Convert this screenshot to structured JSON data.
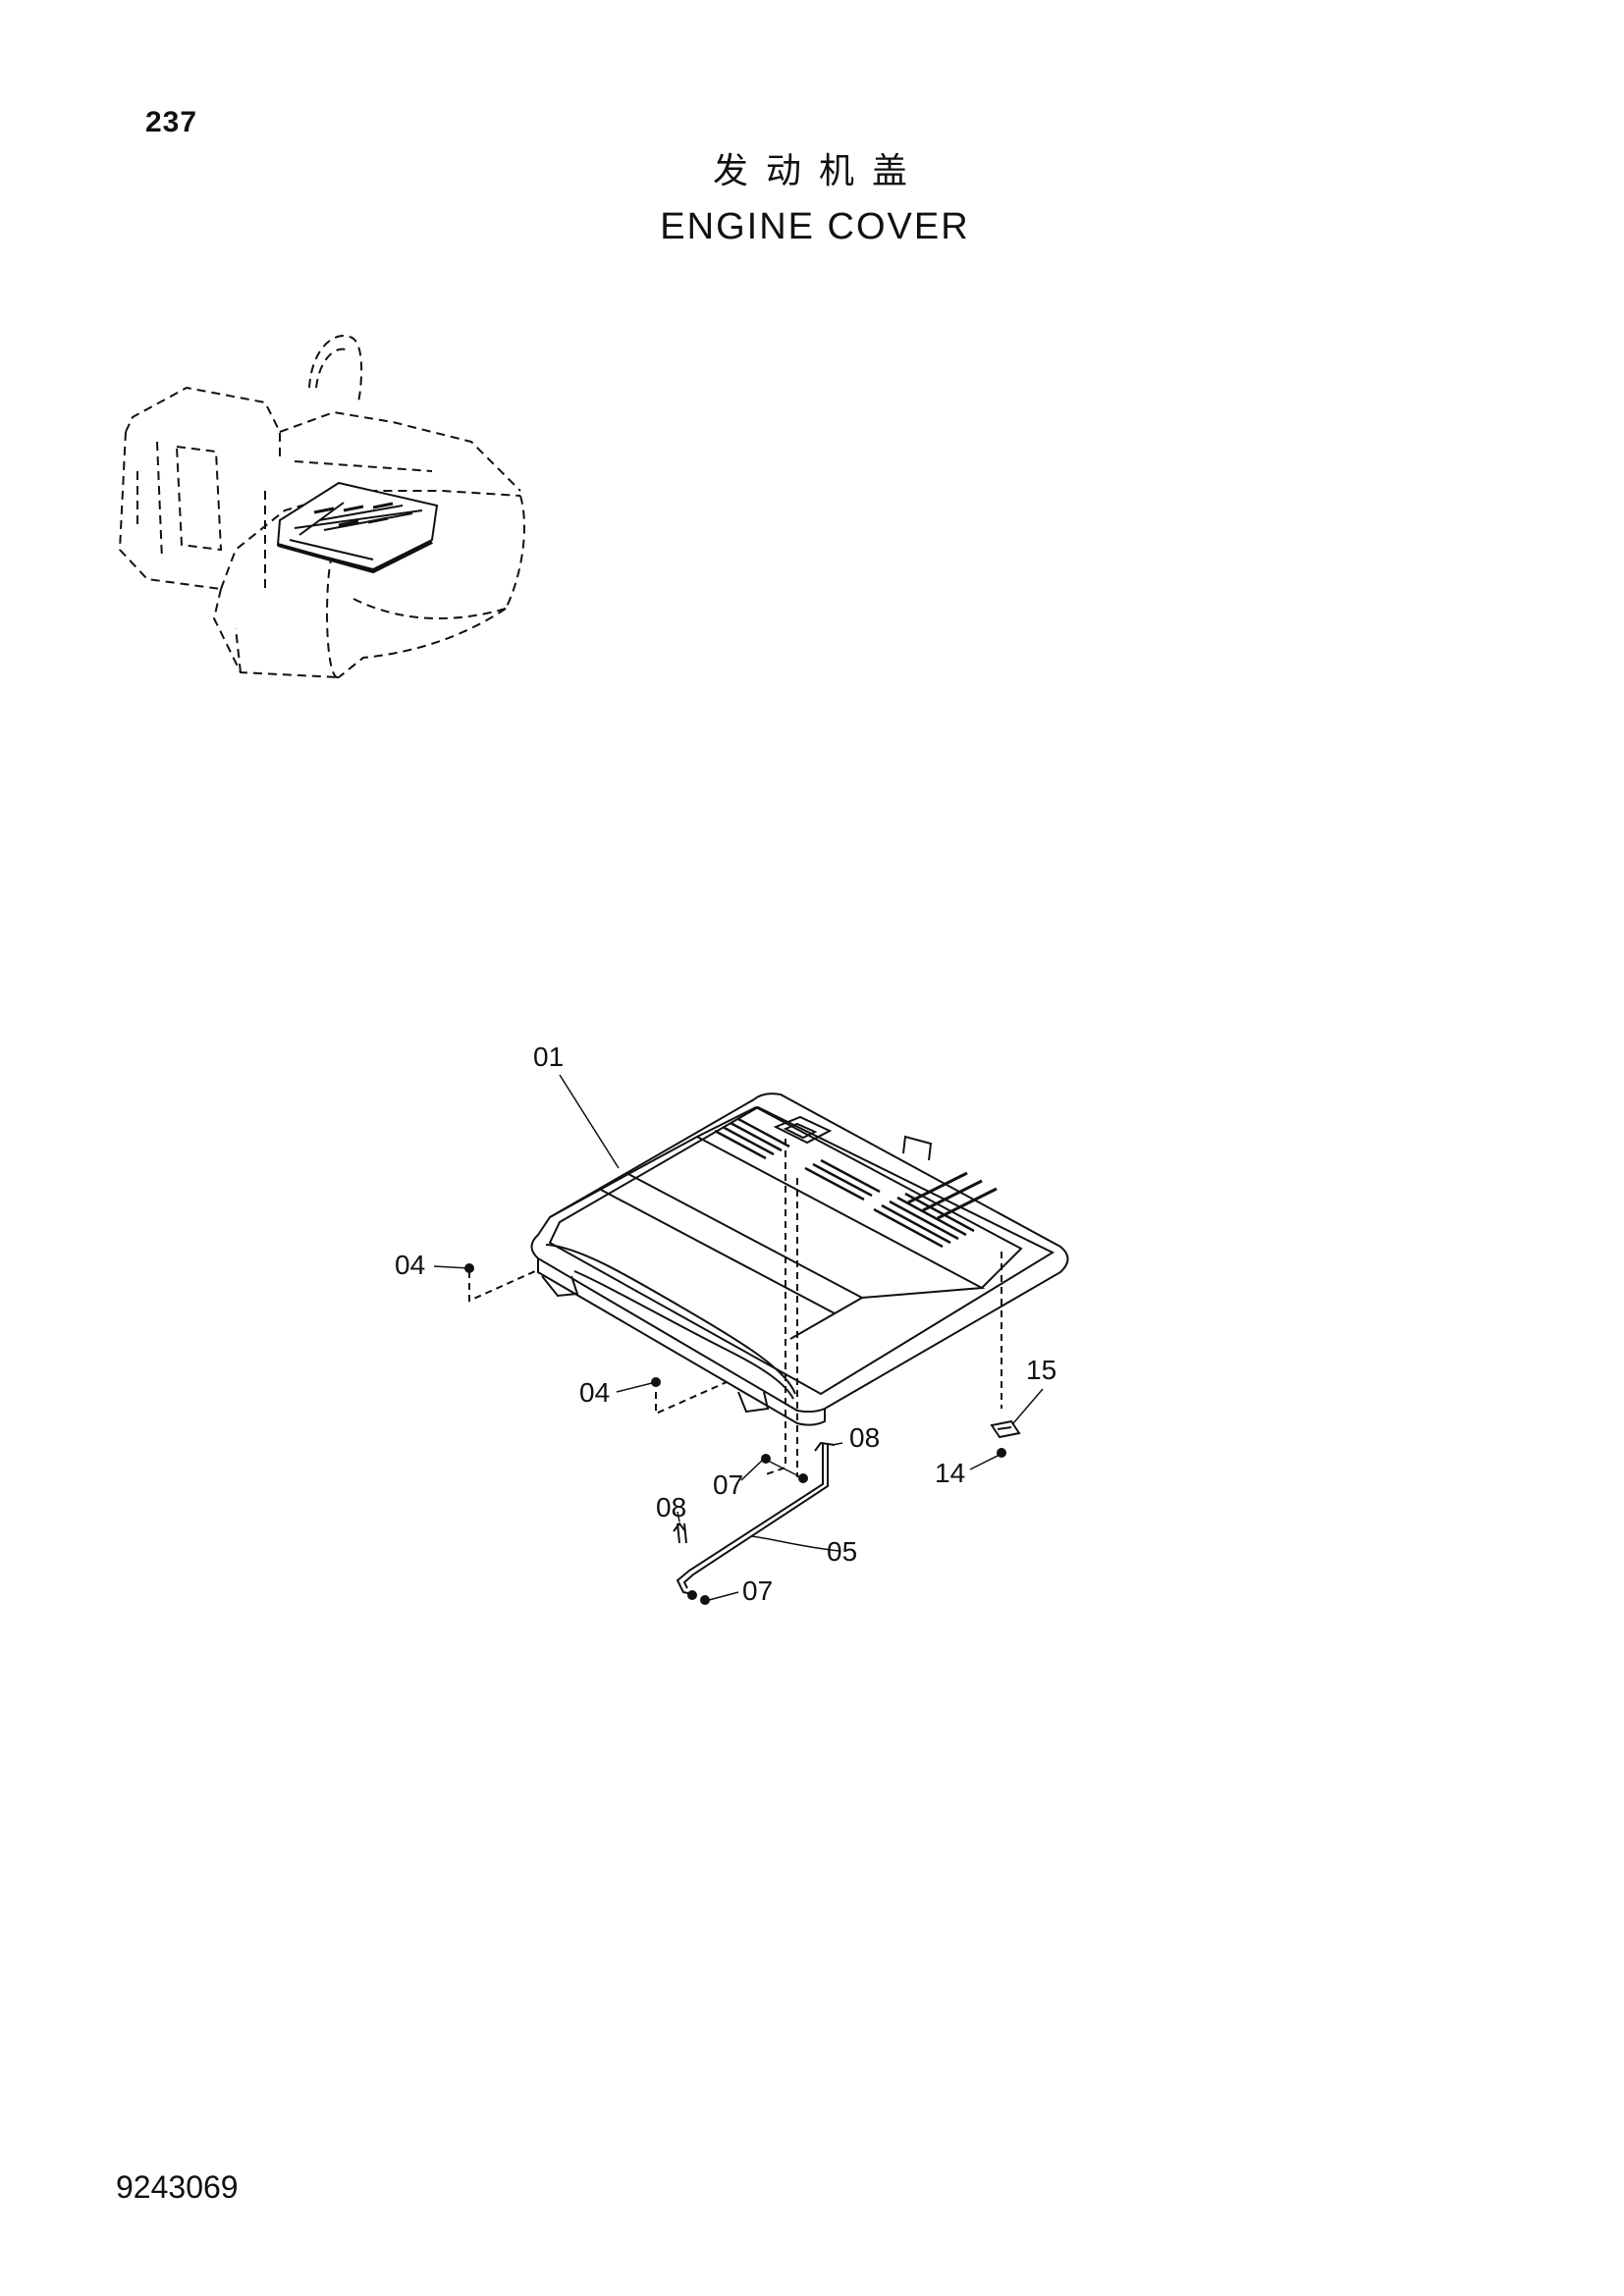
{
  "page": {
    "page_number": "237",
    "title_cn": "发动机盖",
    "title_en": "ENGINE COVER",
    "doc_number": "9243069"
  },
  "callouts": {
    "c01": "01",
    "c04a": "04",
    "c04b": "04",
    "c05": "05",
    "c07a": "07",
    "c07b": "07",
    "c08a": "08",
    "c08b": "08",
    "c14": "14",
    "c15": "15"
  },
  "colors": {
    "line": "#111111",
    "background": "#ffffff"
  }
}
